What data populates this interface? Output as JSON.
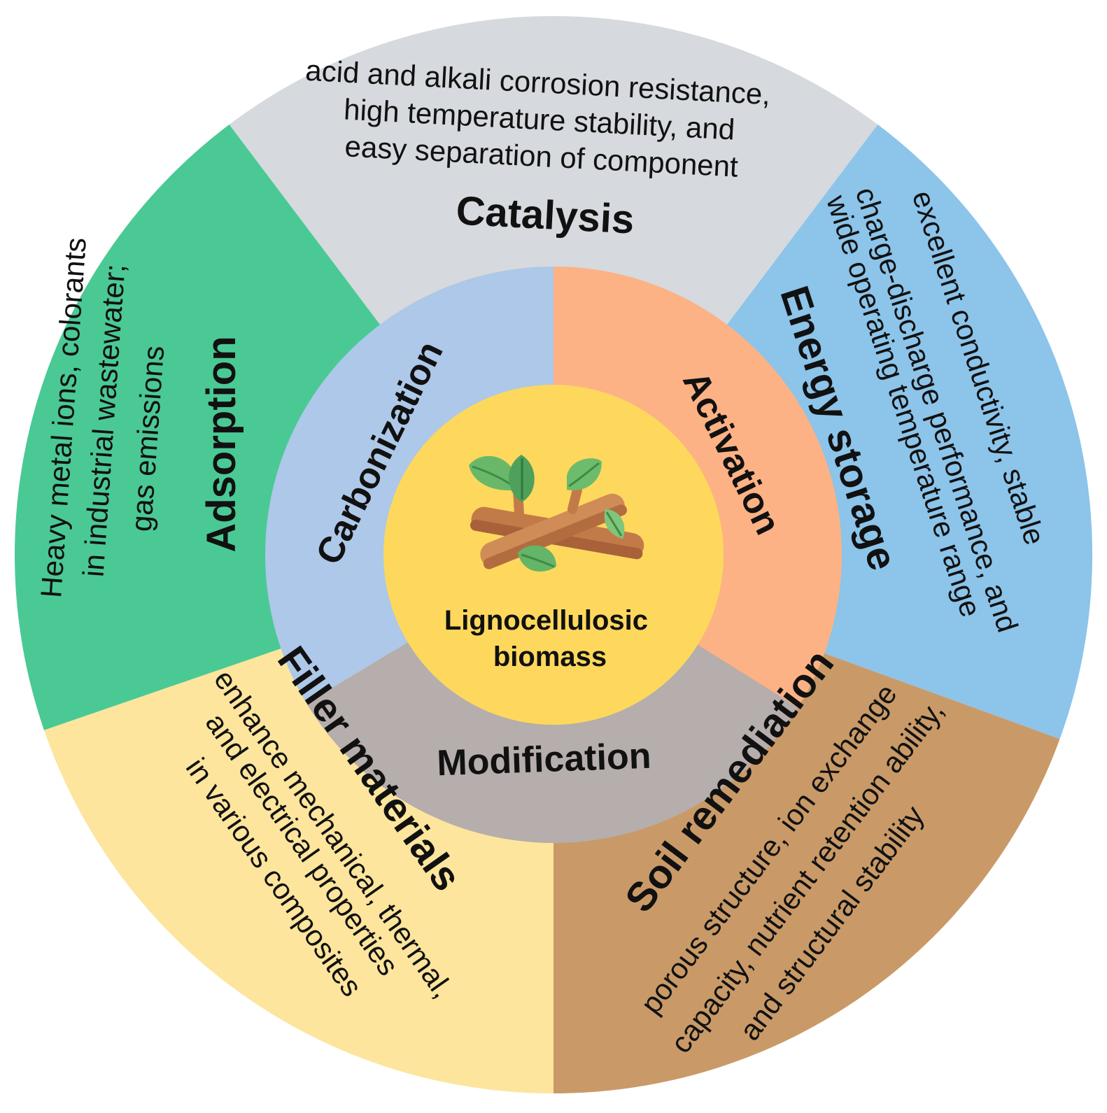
{
  "center": {
    "lines": [
      "Lignocellulosic",
      "biomass"
    ],
    "color": "#FDD85D"
  },
  "processes": [
    {
      "id": "carbonization",
      "label": "Carbonization",
      "color": "#ADC8E8"
    },
    {
      "id": "activation",
      "label": "Activation",
      "color": "#FCB285"
    },
    {
      "id": "modification",
      "label": "Modification",
      "color": "#B5AEAC"
    }
  ],
  "applications": [
    {
      "id": "catalysis",
      "title": "Catalysis",
      "color": "#D6D9DD",
      "desc": [
        "acid and alkali corrosion resistance,",
        "high temperature stability, and",
        "easy separation of component"
      ]
    },
    {
      "id": "energy-storage",
      "title": "Energy storage",
      "color": "#8CC4EA",
      "desc": [
        "excellent conductivity, stable",
        "charge-discharge performance, and",
        "wide operating temperature range"
      ]
    },
    {
      "id": "soil-remediation",
      "title": "Soil remediation",
      "color": "#C99A67",
      "desc": [
        "porous structure, ion exchange",
        "capacity, nutrient retention ability,",
        "and structural stability"
      ]
    },
    {
      "id": "filler-materials",
      "title": "Filler materials",
      "color": "#FDE59D",
      "desc": [
        "enhance mechanical, thermal,",
        "and electrical properties",
        "in various composites"
      ]
    },
    {
      "id": "adsorption",
      "title": "Adsorption",
      "color": "#4AC995",
      "desc": [
        "Heavy metal ions, colorants",
        "in industrial wastewater;",
        "gas emissions"
      ]
    }
  ],
  "icons": [
    "branch-leaves-icon"
  ]
}
